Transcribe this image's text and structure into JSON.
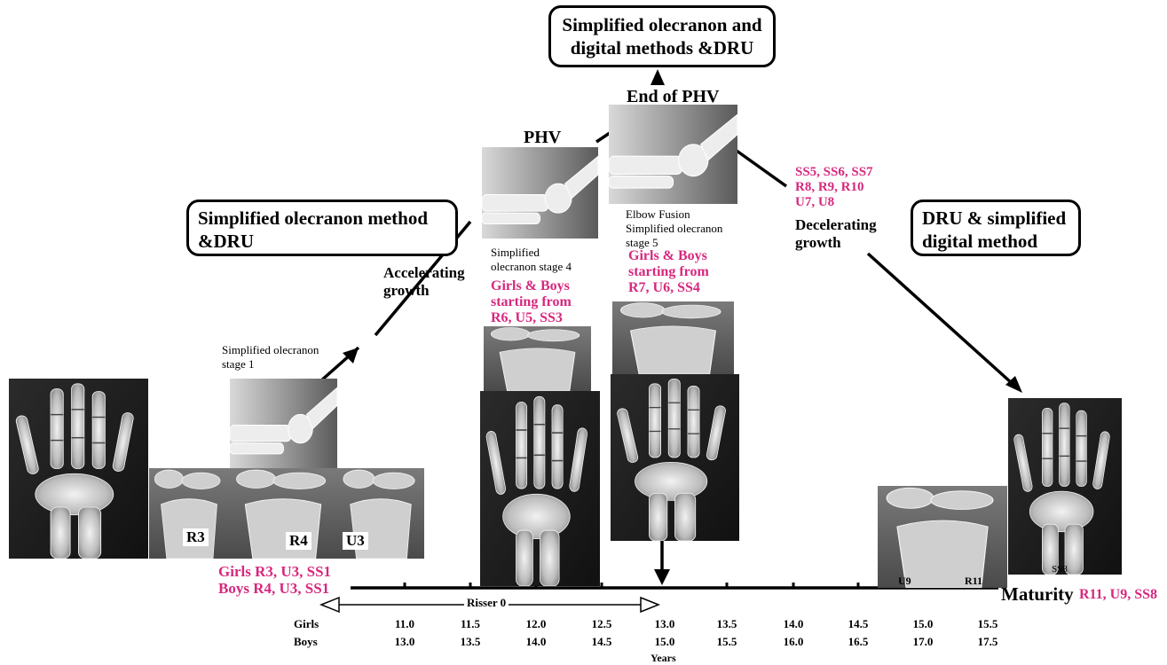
{
  "boxes": {
    "top": "Simplified olecranon and\ndigital methods &DRU",
    "left": "Simplified olecranon method\n&DRU",
    "right": "DRU & simplified\ndigital method"
  },
  "labels": {
    "phv": "PHV",
    "end_phv": "End of PHV",
    "accelerating": "Accelerating\ngrowth",
    "decelerating": "Decelerating\ngrowth",
    "olecranon_stage1": "Simplified olecranon\nstage 1",
    "olecranon_stage4": "Simplified\nolecranon stage 4",
    "elbow_fusion": "Elbow Fusion\nSimplified olecranon\nstage 5",
    "maturity": "Maturity",
    "risser": "Risser 0",
    "years": "Years"
  },
  "pink": {
    "stage_early": "Girls R3, U3, SS1\nBoys  R4, U3, SS1",
    "stage_phv": "Girls & Boys\nstarting from\nR6, U5, SS3",
    "stage_end_phv": "Girls & Boys\nstarting from\nR7, U6, SS4",
    "stage_decel": "SS5, SS6, SS7\nR8, R9, R10\nU7, U8",
    "stage_maturity": "R11, U9, SS8"
  },
  "image_tags": {
    "r3": "R3",
    "r4": "R4",
    "u3": "U3",
    "u9": "U9",
    "r11": "R11",
    "ss8": "SS8"
  },
  "axis": {
    "girls_label": "Girls",
    "boys_label": "Boys",
    "girls": [
      "11.0",
      "11.5",
      "12.0",
      "12.5",
      "13.0",
      "13.5",
      "14.0",
      "14.5",
      "15.0",
      "15.5"
    ],
    "boys": [
      "13.0",
      "13.5",
      "14.0",
      "14.5",
      "15.0",
      "15.5",
      "16.0",
      "16.5",
      "17.0",
      "17.5"
    ]
  },
  "colors": {
    "highlight": "#d6287e",
    "xray_bg": "#1e1e1e",
    "bone": "#d8d8d8"
  }
}
